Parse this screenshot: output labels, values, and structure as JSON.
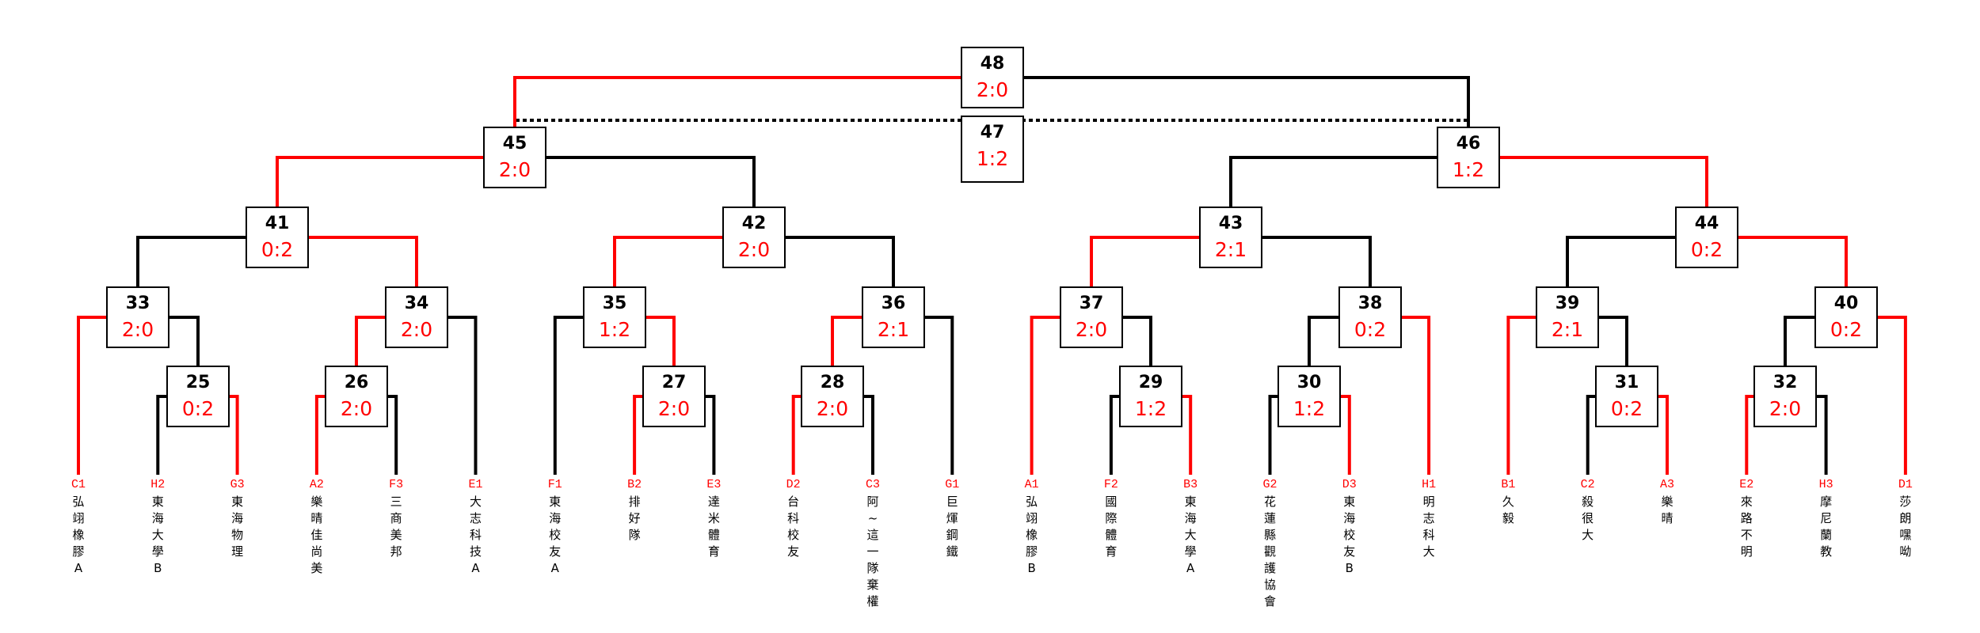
{
  "colors": {
    "winner": "#ff0000",
    "normal": "#000000"
  },
  "matches": [
    {
      "id": "48",
      "score": "2:0",
      "left": "45",
      "right": "46",
      "winner": "left"
    },
    {
      "id": "47",
      "score": "1:2",
      "loser_match": true
    },
    {
      "id": "45",
      "score": "2:0",
      "left": "41",
      "right": "42",
      "winner": "left"
    },
    {
      "id": "46",
      "score": "1:2",
      "left": "43",
      "right": "44",
      "winner": "right"
    },
    {
      "id": "41",
      "score": "0:2",
      "left": "33",
      "right": "34",
      "winner": "right"
    },
    {
      "id": "42",
      "score": "2:0",
      "left": "35",
      "right": "36",
      "winner": "left"
    },
    {
      "id": "43",
      "score": "2:1",
      "left": "37",
      "right": "38",
      "winner": "left"
    },
    {
      "id": "44",
      "score": "0:2",
      "left": "39",
      "right": "40",
      "winner": "right"
    },
    {
      "id": "33",
      "score": "2:0",
      "left": "t0",
      "right": "25",
      "winner": "left"
    },
    {
      "id": "34",
      "score": "2:0",
      "left": "26",
      "right": "t5",
      "winner": "left"
    },
    {
      "id": "35",
      "score": "1:2",
      "left": "t6",
      "right": "27",
      "winner": "right"
    },
    {
      "id": "36",
      "score": "2:1",
      "left": "28",
      "right": "t11",
      "winner": "left"
    },
    {
      "id": "37",
      "score": "2:0",
      "left": "t12",
      "right": "29",
      "winner": "left"
    },
    {
      "id": "38",
      "score": "0:2",
      "left": "30",
      "right": "t17",
      "winner": "right"
    },
    {
      "id": "39",
      "score": "2:1",
      "left": "t18",
      "right": "31",
      "winner": "left"
    },
    {
      "id": "40",
      "score": "0:2",
      "left": "32",
      "right": "t23",
      "winner": "right"
    },
    {
      "id": "25",
      "score": "0:2",
      "left": "t1",
      "right": "t2",
      "winner": "right"
    },
    {
      "id": "26",
      "score": "2:0",
      "left": "t3",
      "right": "t4",
      "winner": "left"
    },
    {
      "id": "27",
      "score": "2:0",
      "left": "t7",
      "right": "t8",
      "winner": "left"
    },
    {
      "id": "28",
      "score": "2:0",
      "left": "t9",
      "right": "t10",
      "winner": "left"
    },
    {
      "id": "29",
      "score": "1:2",
      "left": "t13",
      "right": "t14",
      "winner": "right"
    },
    {
      "id": "30",
      "score": "1:2",
      "left": "t15",
      "right": "t16",
      "winner": "right"
    },
    {
      "id": "31",
      "score": "0:2",
      "left": "t19",
      "right": "t20",
      "winner": "right"
    },
    {
      "id": "32",
      "score": "2:0",
      "left": "t21",
      "right": "t22",
      "winner": "left"
    }
  ],
  "teams": [
    {
      "code": "C1",
      "name": "弘翊橡膠A"
    },
    {
      "code": "H2",
      "name": "東海大學B"
    },
    {
      "code": "G3",
      "name": "東海物理"
    },
    {
      "code": "A2",
      "name": "樂晴佳尚美"
    },
    {
      "code": "F3",
      "name": "三商美邦"
    },
    {
      "code": "E1",
      "name": "大志科技A"
    },
    {
      "code": "F1",
      "name": "東海校友A"
    },
    {
      "code": "B2",
      "name": "排好隊"
    },
    {
      "code": "E3",
      "name": "達米體育"
    },
    {
      "code": "D2",
      "name": "台科校友"
    },
    {
      "code": "C3",
      "name": "阿~這一隊棄權"
    },
    {
      "code": "G1",
      "name": "巨煇鋼鐵"
    },
    {
      "code": "A1",
      "name": "弘翊橡膠B"
    },
    {
      "code": "F2",
      "name": "國際體育"
    },
    {
      "code": "B3",
      "name": "東海大學A"
    },
    {
      "code": "G2",
      "name": "花蓮縣觀護協會"
    },
    {
      "code": "D3",
      "name": "東海校友B"
    },
    {
      "code": "H1",
      "name": "明志科大"
    },
    {
      "code": "B1",
      "name": "久毅"
    },
    {
      "code": "C2",
      "name": "殺很大"
    },
    {
      "code": "A3",
      "name": "樂晴"
    },
    {
      "code": "E2",
      "name": "來路不明"
    },
    {
      "code": "H3",
      "name": "摩尼蘭教"
    },
    {
      "code": "D1",
      "name": "莎朗嘿呦"
    }
  ]
}
